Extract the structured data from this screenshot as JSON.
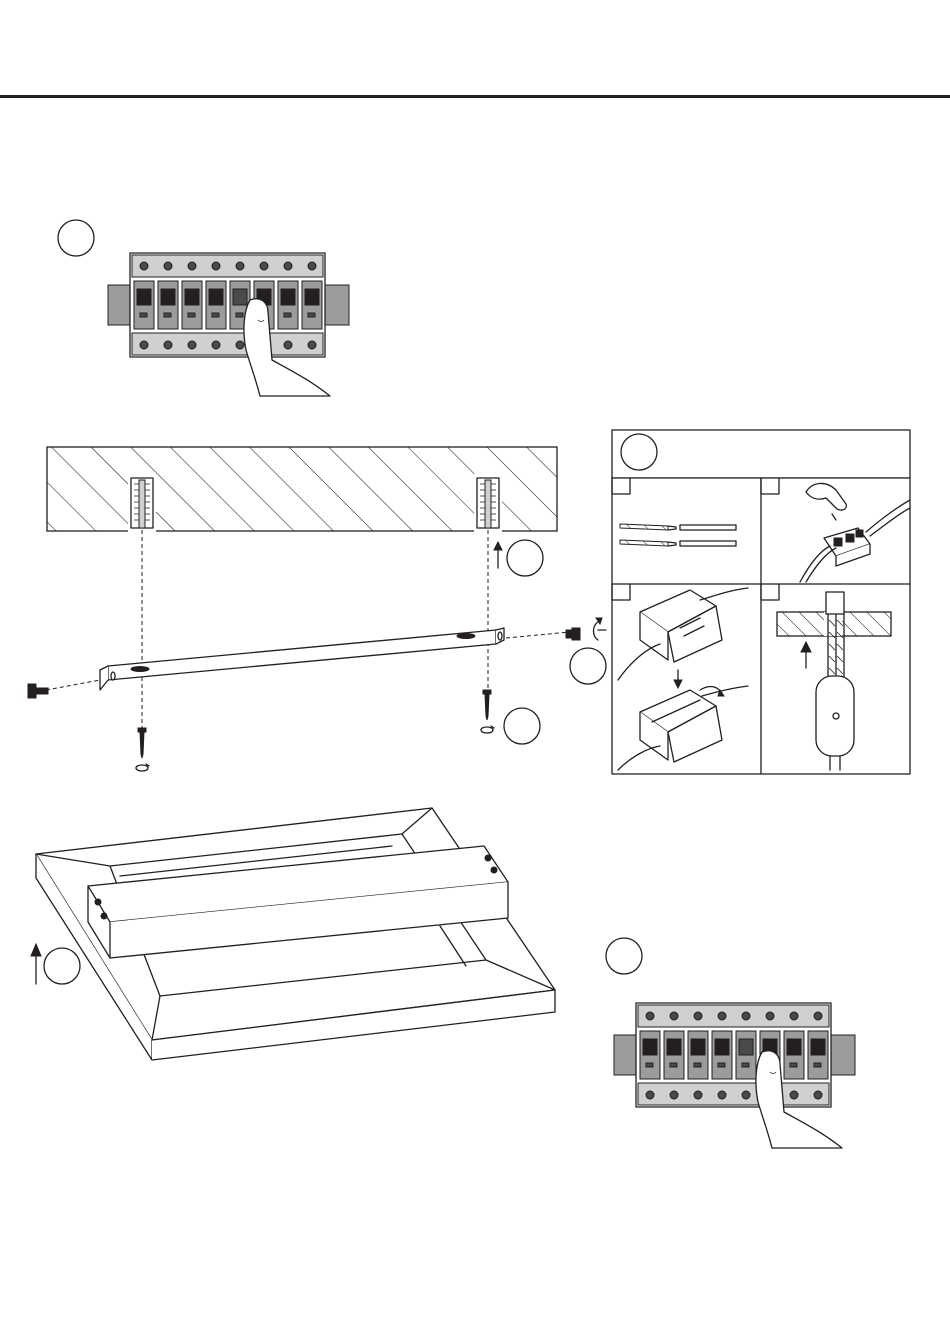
{
  "diagram": {
    "steps": [
      "step-1",
      "step-2",
      "step-3",
      "step-4",
      "step-5",
      "step-6",
      "step-7"
    ],
    "wiring_panels": [
      "panel-a",
      "panel-b",
      "panel-c",
      "panel-d"
    ],
    "breaker_module_count": 8,
    "colors": {
      "ink": "#231f20",
      "breaker_body": "#9c9c9c",
      "breaker_dark": "#4a4a4a",
      "breaker_light": "#d0d0d0"
    },
    "icons": [
      "breaker-panel-icon",
      "pointing-hand-icon",
      "wall-plug-icon",
      "screw-icon",
      "rotate-arrow-icon",
      "up-arrow-icon",
      "down-arrow-icon",
      "terminal-block-icon",
      "wire-icon"
    ]
  }
}
